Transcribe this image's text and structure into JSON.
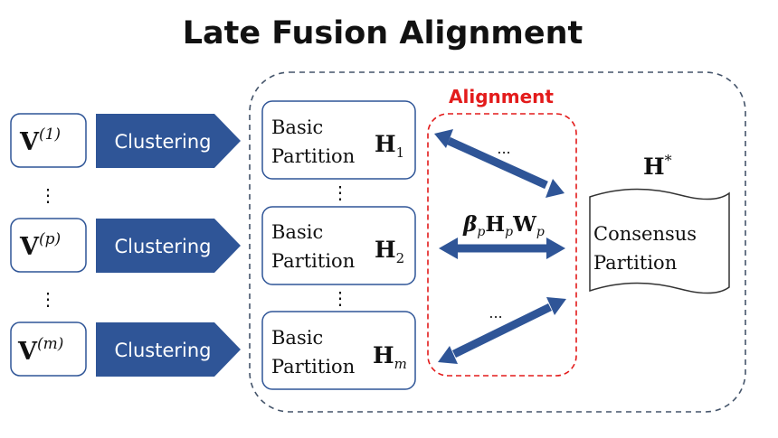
{
  "title": "Late Fusion Alignment",
  "views": [
    {
      "base": "V",
      "sup": "(1)"
    },
    {
      "base": "V",
      "sup": "(p)"
    },
    {
      "base": "V",
      "sup": "(m)"
    }
  ],
  "clustering_label": "Clustering",
  "vertical_dots": "⋮",
  "partitions": [
    {
      "line1": "Basic",
      "line2": "Partition",
      "symbol": "H",
      "sub": "1"
    },
    {
      "line1": "Basic",
      "line2": "Partition",
      "symbol": "H",
      "sub": "2"
    },
    {
      "line1": "Basic",
      "line2": "Partition",
      "symbol": "H",
      "sub": "m"
    }
  ],
  "alignment_label": "Alignment",
  "alignment_formula": {
    "beta": "β",
    "beta_sub": "p",
    "H": "H",
    "H_sub": "p",
    "W": "W",
    "W_sub": "p"
  },
  "ellipsis": "...",
  "consensus": {
    "symbol": "H",
    "sup": "*",
    "line1": "Consensus",
    "line2": "Partition"
  },
  "colors": {
    "arrow_blue": "#2f5597",
    "red": "#e31b1b",
    "dashed_blue": "#44546a"
  }
}
